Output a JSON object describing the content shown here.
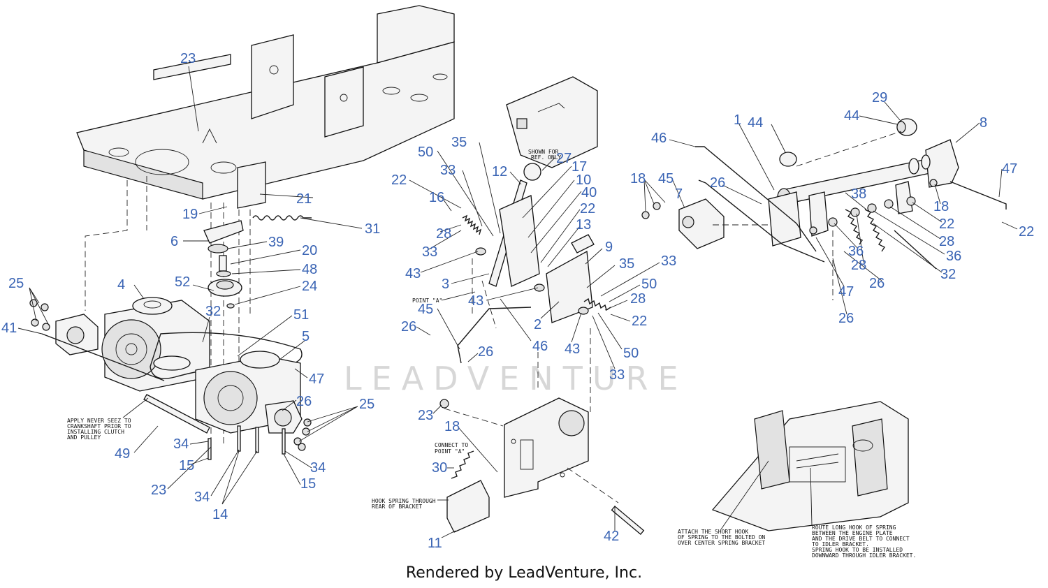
{
  "callouts": [
    {
      "label": "23"
    },
    {
      "label": "21"
    },
    {
      "label": "19"
    },
    {
      "label": "31"
    },
    {
      "label": "6"
    },
    {
      "label": "39"
    },
    {
      "label": "20"
    },
    {
      "label": "48"
    },
    {
      "label": "52"
    },
    {
      "label": "24"
    },
    {
      "label": "4"
    },
    {
      "label": "25"
    },
    {
      "label": "32"
    },
    {
      "label": "51"
    },
    {
      "label": "5"
    },
    {
      "label": "41"
    },
    {
      "label": "47"
    },
    {
      "label": "26"
    },
    {
      "label": "25"
    },
    {
      "label": "49"
    },
    {
      "label": "34"
    },
    {
      "label": "15"
    },
    {
      "label": "23"
    },
    {
      "label": "34"
    },
    {
      "label": "14"
    },
    {
      "label": "34"
    },
    {
      "label": "15"
    },
    {
      "label": "50"
    },
    {
      "label": "35"
    },
    {
      "label": "33"
    },
    {
      "label": "22"
    },
    {
      "label": "16"
    },
    {
      "label": "28"
    },
    {
      "label": "33"
    },
    {
      "label": "43"
    },
    {
      "label": "3"
    },
    {
      "label": "12"
    },
    {
      "label": "27"
    },
    {
      "label": "17"
    },
    {
      "label": "10"
    },
    {
      "label": "40"
    },
    {
      "label": "22"
    },
    {
      "label": "13"
    },
    {
      "label": "9"
    },
    {
      "label": "35"
    },
    {
      "label": "33"
    },
    {
      "label": "50"
    },
    {
      "label": "28"
    },
    {
      "label": "22"
    },
    {
      "label": "43"
    },
    {
      "label": "2"
    },
    {
      "label": "45"
    },
    {
      "label": "26"
    },
    {
      "label": "46"
    },
    {
      "label": "43"
    },
    {
      "label": "50"
    },
    {
      "label": "26"
    },
    {
      "label": "33"
    },
    {
      "label": "23"
    },
    {
      "label": "18"
    },
    {
      "label": "30"
    },
    {
      "label": "11"
    },
    {
      "label": "42"
    },
    {
      "label": "46"
    },
    {
      "label": "1"
    },
    {
      "label": "44"
    },
    {
      "label": "29"
    },
    {
      "label": "44"
    },
    {
      "label": "8"
    },
    {
      "label": "18"
    },
    {
      "label": "45"
    },
    {
      "label": "7"
    },
    {
      "label": "26"
    },
    {
      "label": "38"
    },
    {
      "label": "47"
    },
    {
      "label": "18"
    },
    {
      "label": "22"
    },
    {
      "label": "28"
    },
    {
      "label": "36"
    },
    {
      "label": "36"
    },
    {
      "label": "28"
    },
    {
      "label": "32"
    },
    {
      "label": "26"
    },
    {
      "label": "47"
    },
    {
      "label": "22"
    },
    {
      "label": "26"
    }
  ],
  "notes": {
    "never_seez": [
      "APPLY NEVER SEEZ TO",
      "CRANKSHAFT PRIOR TO",
      "INSTALLING CLUTCH",
      "AND PULLEY"
    ],
    "shown_ref": [
      "SHOWN FOR",
      "REF. ONLY"
    ],
    "point_a": "POINT \"A\"",
    "connect_point_a": [
      "CONNECT TO",
      "POINT \"A\""
    ],
    "hook_spring": [
      "HOOK SPRING THROUGH",
      "REAR OF BRACKET"
    ],
    "short_hook": [
      "ATTACH THE SHORT HOOK",
      "OF SPRING TO THE BOLTED ON",
      "OVER CENTER SPRING BRACKET"
    ],
    "long_hook": [
      "ROUTE LONG HOOK OF SPRING",
      "BETWEEN THE ENGINE PLATE",
      "AND THE DRIVE BELT TO CONNECT",
      "TO IDLER BRACKET.",
      "SPRING HOOK TO BE INSTALLED",
      "DOWNWARD THROUGH IDLER BRACKET."
    ]
  },
  "watermark": "LEADVENTURE",
  "footer": "Rendered by LeadVenture, Inc."
}
